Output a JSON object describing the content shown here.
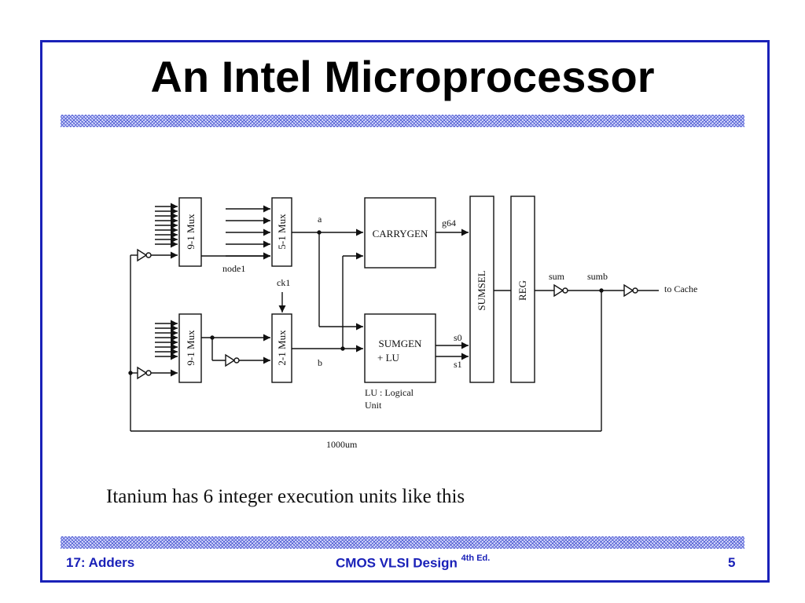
{
  "slide": {
    "title": "An Intel Microprocessor",
    "caption": "Itanium has 6 integer execution units like this",
    "footer": {
      "left": "17: Adders",
      "center": "CMOS VLSI Design",
      "center_sup": "4th Ed.",
      "page": "5"
    },
    "colors": {
      "accent": "#1a21b8",
      "hatch": "#5d68d6"
    }
  },
  "diagram": {
    "blocks": {
      "mux9_top": "9-1 Mux",
      "mux5": "5-1 Mux",
      "mux9_bottom": "9-1 Mux",
      "mux2": "2-1 Mux",
      "carrygen": "CARRYGEN",
      "sumgen_line1": "SUMGEN",
      "sumgen_line2": "+ LU",
      "sumsel": "SUMSEL",
      "reg": "REG"
    },
    "labels": {
      "a": "a",
      "b": "b",
      "node1": "node1",
      "ck1": "ck1",
      "g64": "g64",
      "s0": "s0",
      "s1": "s1",
      "sum": "sum",
      "sumb": "sumb",
      "to_cache": "to Cache",
      "lu_line1": "LU : Logical",
      "lu_line2": "Unit",
      "length": "1000um"
    }
  }
}
